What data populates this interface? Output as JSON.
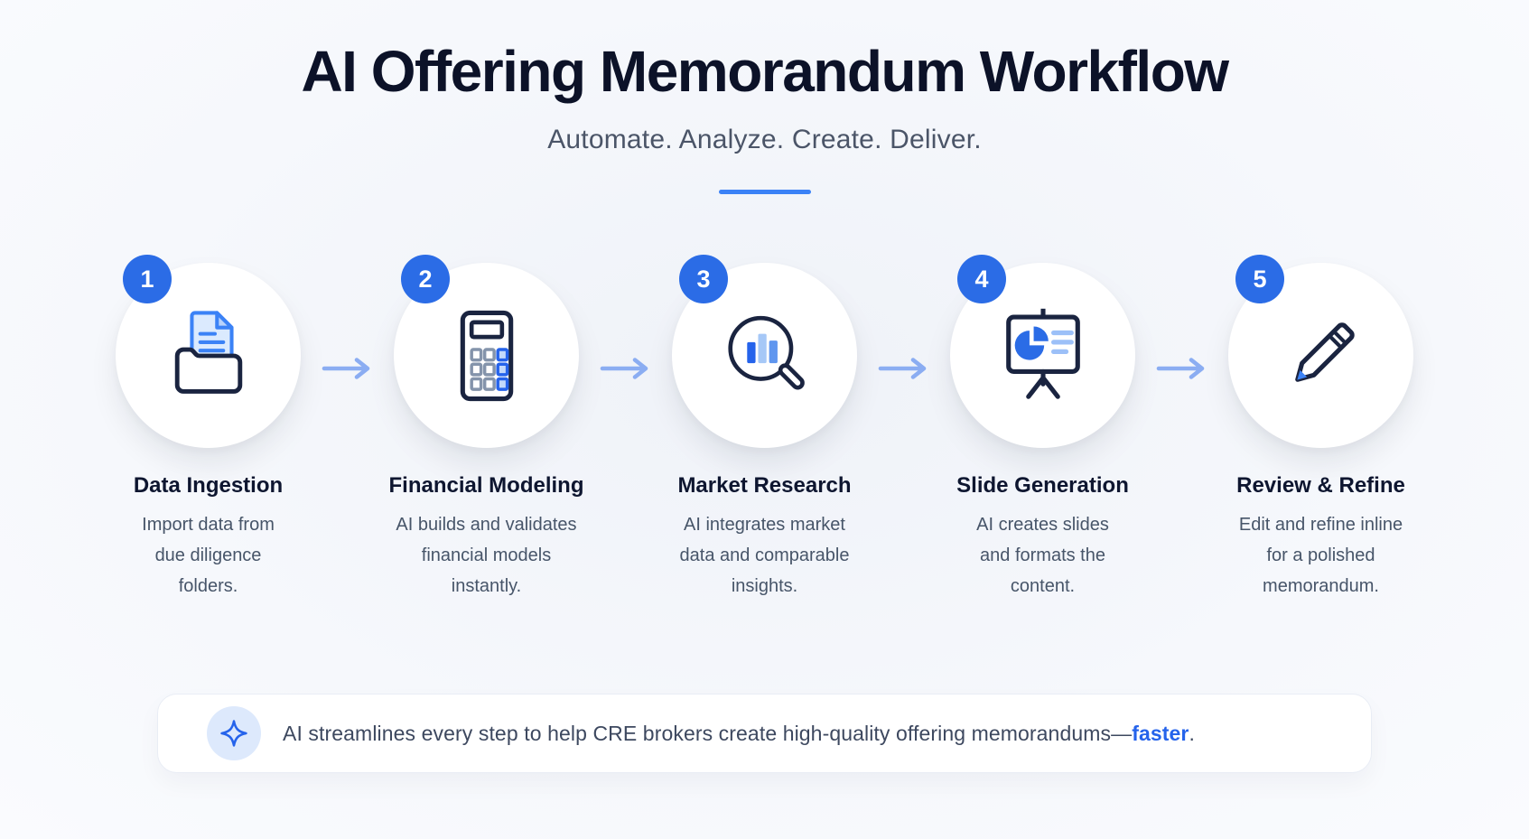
{
  "header": {
    "title": "AI Offering Memorandum Workflow",
    "subtitle": "Automate. Analyze. Create. Deliver."
  },
  "steps": [
    {
      "number": "1",
      "title": "Data Ingestion",
      "description": "Import data from\ndue diligence\nfolders.",
      "icon": "folder-document-icon"
    },
    {
      "number": "2",
      "title": "Financial Modeling",
      "description": "AI builds and validates\nfinancial models\ninstantly.",
      "icon": "calculator-icon"
    },
    {
      "number": "3",
      "title": "Market Research",
      "description": "AI integrates market\ndata and comparable\ninsights.",
      "icon": "magnifier-bar-chart-icon"
    },
    {
      "number": "4",
      "title": "Slide Generation",
      "description": "AI creates slides\nand formats the\ncontent.",
      "icon": "presentation-board-icon"
    },
    {
      "number": "5",
      "title": "Review & Refine",
      "description": "Edit and refine inline\nfor a polished\nmemorandum.",
      "icon": "pencil-icon"
    }
  ],
  "callout": {
    "icon": "sparkle-icon",
    "text_before": "AI streamlines every step to help CRE brokers create high-quality offering memorandums—",
    "highlight": "faster",
    "text_after": "."
  },
  "colors": {
    "accent_blue": "#2563eb",
    "badge_blue": "#2b6ce6",
    "divider_blue": "#3b82f6",
    "arrow_blue": "#8badf2",
    "icon_navy": "#1a2440",
    "light_blue_fill": "#dbeafe",
    "title_navy": "#0c1228",
    "body_gray": "#475569",
    "background": "#f6f8fc"
  }
}
